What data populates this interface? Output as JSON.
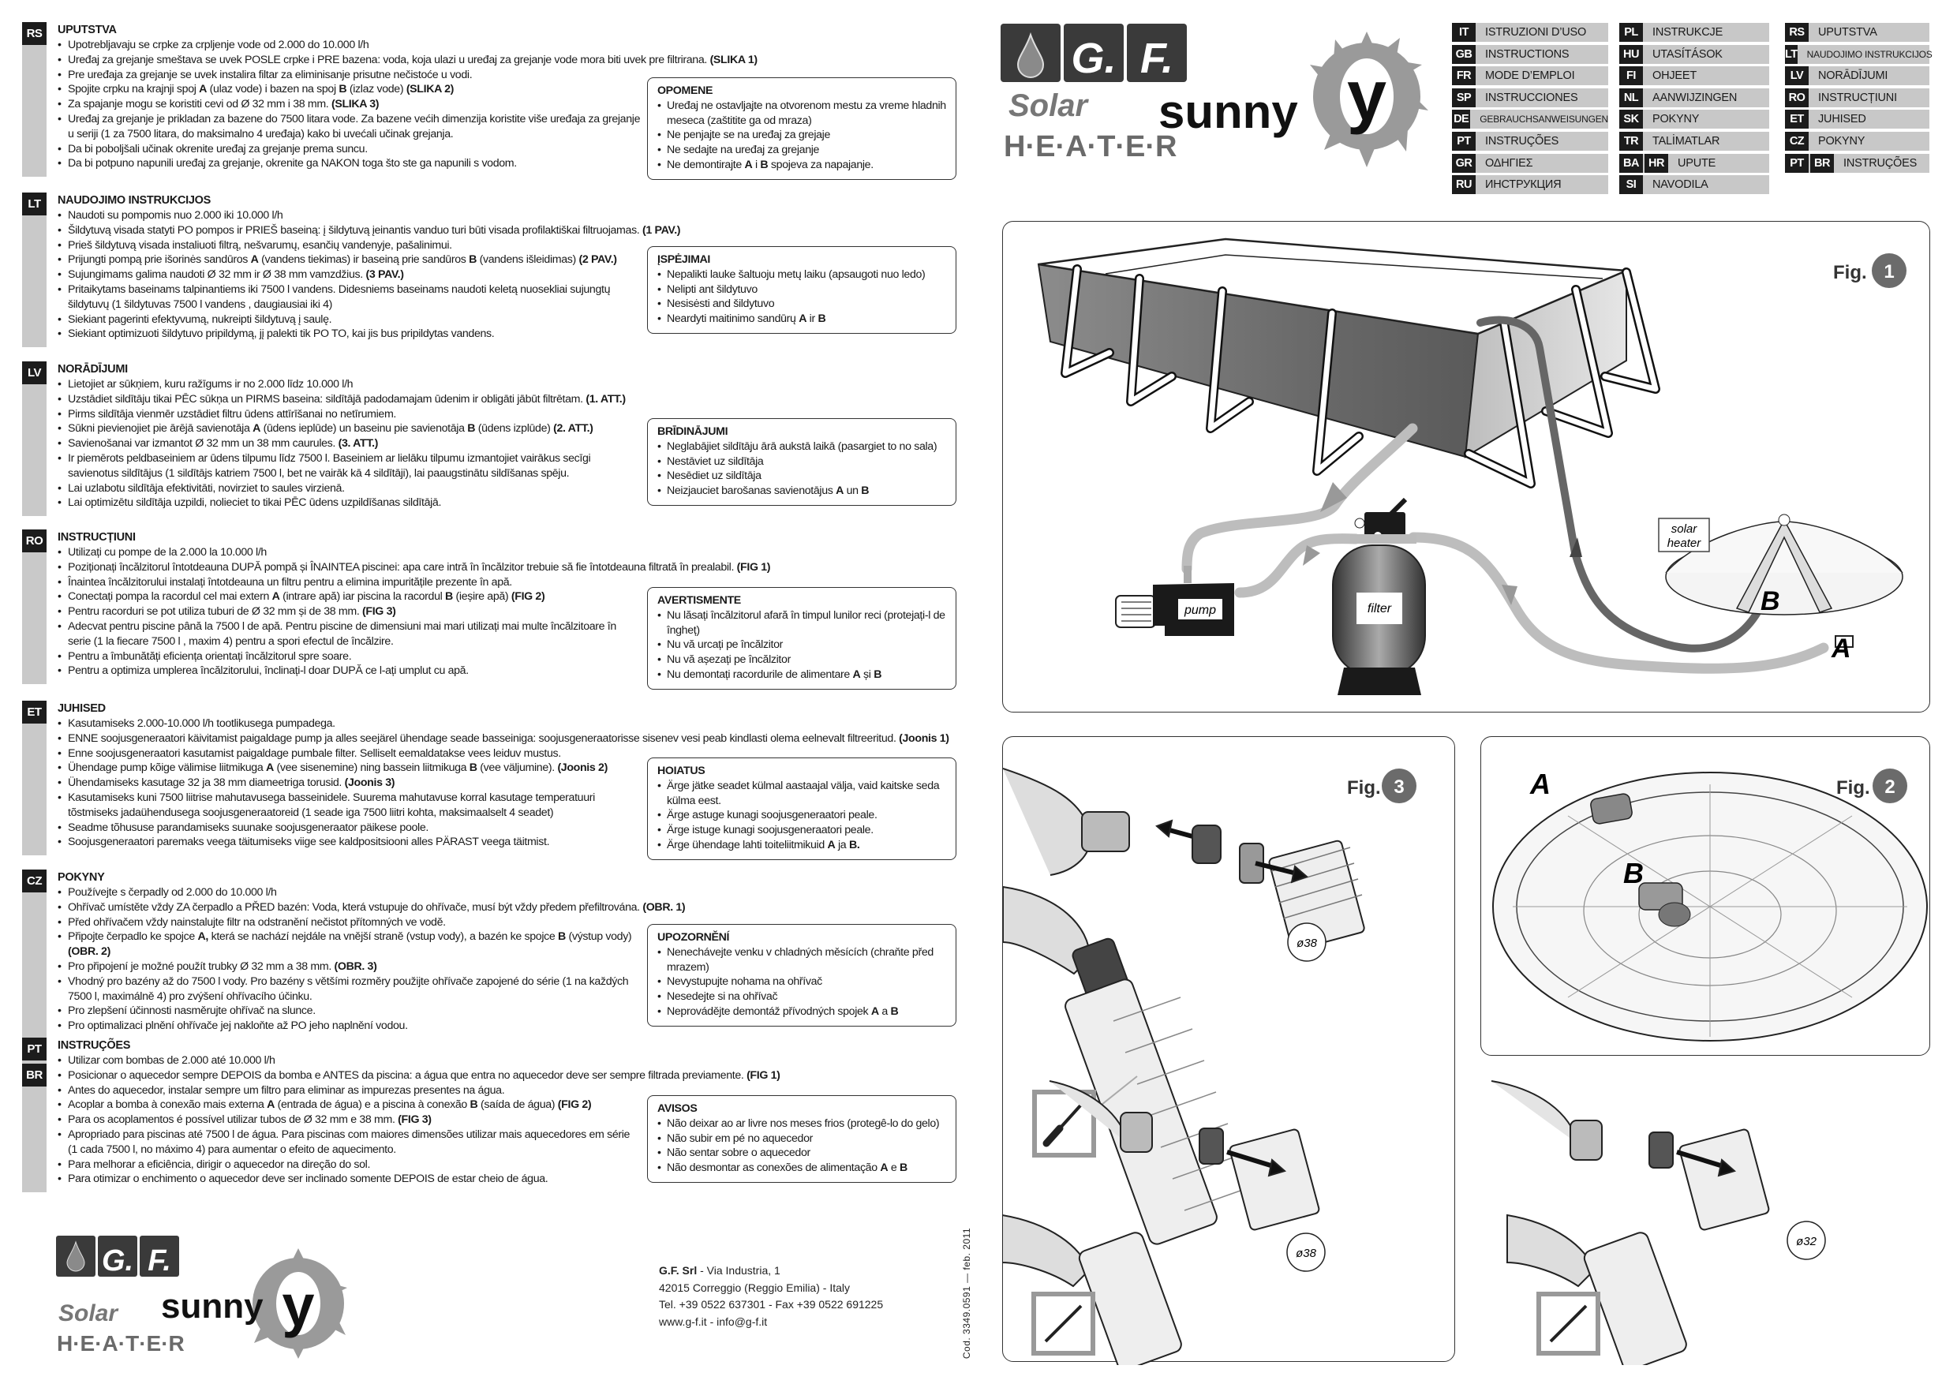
{
  "sections": [
    {
      "codes": [
        "RS"
      ],
      "title": "UPUTSTVA",
      "bullets": [
        [
          "Upotrebljavaju se crpke za crpljenje vode od 2.000 do 10.000 l/h"
        ],
        [
          "Uređaj za grejanje smeštava se uvek POSLE crpke i PRE bazena: voda, koja ulazi u uređaj za grejanje vode mora biti uvek pre filtrirana. ",
          "(SLIKA 1)"
        ],
        [
          "Pre uređaja za grejanje se uvek instalira filtar za eliminisanje prisutne nečistoće u vodi."
        ],
        [
          "Spojite crpku na krajnji spoj ",
          "A",
          " (ulaz vode) i bazen na spoj ",
          "B",
          " (izlaz vode) ",
          "(SLIKA 2)"
        ],
        [
          "Za spajanje mogu se koristiti cevi od Ø 32 mm i 38 mm. ",
          "(SLIKA 3)"
        ],
        [
          "Uređaj za grejanje je prikladan za bazene do 7500 litara vode. Za bazene većih dimenzija koristite više uređaja za grejanje u seriji (1 za 7500 litara, do maksimalno 4 uređaja) kako bi uvećali učinak grejanja."
        ],
        [
          "Da bi poboljšali učinak okrenite uređaj za grejanje prema suncu."
        ],
        [
          "Da bi potpuno napunili uređaj za grejanje, okrenite ga NAKON toga što ste ga  napunili s vodom."
        ]
      ],
      "warning": {
        "title": "OPOMENE",
        "items": [
          [
            "Uređaj ne ostavljajte na otvorenom mestu za vreme hladnih meseca (zaštitite ga od mraza)"
          ],
          [
            "Ne penjajte se na uređaj za grejaje"
          ],
          [
            "Ne sedajte na uređaj za grejanje"
          ],
          [
            "Ne demontirajte ",
            "A",
            " i ",
            "B",
            " spojeva za napajanje."
          ]
        ]
      }
    },
    {
      "codes": [
        "LT"
      ],
      "title": "NAUDOJIMO INSTRUKCIJOS",
      "bullets": [
        [
          "Naudoti su pompomis nuo 2.000 iki 10.000 l/h"
        ],
        [
          "Šildytuvą visada statyti PO pompos ir PRIEŠ baseiną: į šildytuvą įeinantis vanduo turi būti visada profilaktiškai filtruojamas. ",
          "(1 PAV.)"
        ],
        [
          "Prieš šildytuvą visada instaliuoti filtrą, nešvarumų, esančių vandenyje, pašalinimui."
        ],
        [
          "Prijungti pompą prie išorinės sandūros ",
          "A",
          " (vandens tiekimas) ir baseiną prie sandūros ",
          "B",
          " (vandens išleidimas) ",
          "(2 PAV.)"
        ],
        [
          "Sujungimams galima naudoti Ø 32 mm ir Ø 38 mm vamzdžius. ",
          "(3 PAV.)"
        ],
        [
          "Pritaikytams baseinams talpinantiems iki 7500 l vandens. Didesniems baseinams naudoti keletą nuosekliai sujungtų šildytuvų (1 šildytuvas 7500 l vandens , daugiausiai iki 4)"
        ],
        [
          "Siekiant pagerinti efektyvumą, nukreipti šildytuvą į saulę."
        ],
        [
          "Siekiant optimizuoti šildytuvo pripildymą, jį palekti tik PO TO, kai jis bus pripildytas vandens."
        ]
      ],
      "warning": {
        "title": "ĮSPĖJIMAI",
        "items": [
          [
            "Nepalikti lauke šaltuoju metų laiku (apsaugoti nuo ledo)"
          ],
          [
            "Nelipti ant šildytuvo"
          ],
          [
            "Nesisėsti and šildytuvo"
          ],
          [
            "Neardyti maitinimo sandūrų ",
            "A",
            " ir ",
            "B"
          ]
        ]
      }
    },
    {
      "codes": [
        "LV"
      ],
      "title": "NORĀDĪJUMI",
      "bullets": [
        [
          "Lietojiet ar sūkņiem, kuru ražīgums ir no 2.000 līdz 10.000 l/h"
        ],
        [
          "Uzstādiet sildītāju tikai PĒC sūkņa un PIRMS baseina: sildītājā padodamajam ūdenim ir obligāti jābūt filtrētam. ",
          "(1. ATT.)"
        ],
        [
          "Pirms sildītāja vienmēr uzstādiet filtru ūdens attīrīšanai no netīrumiem."
        ],
        [
          "Sūkni pievienojiet pie ārējā savienotāja ",
          "A",
          " (ūdens ieplūde) un baseinu pie savienotāja ",
          "B",
          " (ūdens izplūde) ",
          "(2. ATT.)"
        ],
        [
          "Savienošanai var izmantot Ø 32 mm un 38 mm caurules. ",
          "(3. ATT.)"
        ],
        [
          "Ir piemērots peldbaseiniem ar ūdens tilpumu līdz 7500 l. Baseiniem ar lielāku tilpumu izmantojiet vairākus secīgi savienotus sildītājus (1 sildītājs katriem 7500 l, bet ne vairāk kā 4 sildītāji), lai paaugstinātu sildīšanas spēju."
        ],
        [
          "Lai uzlabotu sildītāja efektivitāti, novirziet to saules virzienā."
        ],
        [
          "Lai optimizētu sildītāja uzpildi, nolieciet to tikai PĒC ūdens uzpildīšanas sildītājā."
        ]
      ],
      "warning": {
        "title": "BRĪDINĀJUMI",
        "items": [
          [
            "Neglabājiet sildītāju ārā aukstā laikā (pasargiet to no sala)"
          ],
          [
            "Nestāviet uz sildītāja"
          ],
          [
            "Nesēdiet uz sildītāja"
          ],
          [
            "Neizjauciet barošanas savienotājus ",
            "A",
            " un ",
            "B"
          ]
        ]
      }
    },
    {
      "codes": [
        "RO"
      ],
      "title": "INSTRUCȚIUNI",
      "bullets": [
        [
          "Utilizați cu pompe de la 2.000 la 10.000 l/h"
        ],
        [
          "Poziționați încălzitorul întotdeauna DUPĂ pompă și ÎNAINTEA piscinei: apa care intră în încălzitor trebuie să fie întotdeauna filtrată în prealabil. ",
          "(FIG 1)"
        ],
        [
          "Înaintea încălzitorului instalați întotdeauna un filtru pentru a elimina impuritățile prezente în apă."
        ],
        [
          "Conectați pompa la racordul cel mai extern ",
          "A",
          " (intrare apă) iar piscina la racordul ",
          "B",
          " (ieșire apă) ",
          "(FIG 2)"
        ],
        [
          "Pentru racorduri se pot utiliza tuburi de Ø 32 mm și de 38 mm. ",
          "(FIG 3)"
        ],
        [
          "Adecvat pentru piscine până la 7500 l de apă. Pentru piscine de dimensiuni mai mari utilizați mai multe încălzitoare în serie (1 la fiecare 7500 l , maxim 4) pentru a spori efectul de încălzire."
        ],
        [
          "Pentru a îmbunătăți eficiența orientați încălzitorul spre soare."
        ],
        [
          "Pentru a optimiza umplerea încălzitorului, înclinați-l doar DUPĂ ce l-ați umplut cu apă."
        ]
      ],
      "warning": {
        "title": "AVERTISMENTE",
        "items": [
          [
            "Nu lăsați încălzitorul afară în timpul lunilor reci (protejați-l de îngheț)"
          ],
          [
            "Nu vă urcați pe încălzitor"
          ],
          [
            "Nu vă așezați pe încălzitor"
          ],
          [
            "Nu demontați racordurile de alimentare ",
            "A",
            " și ",
            "B"
          ]
        ]
      }
    },
    {
      "codes": [
        "ET"
      ],
      "title": "JUHISED",
      "bullets": [
        [
          "Kasutamiseks 2.000-10.000 l/h tootlikusega pumpadega."
        ],
        [
          "ENNE soojusgeneraatori käivitamist paigaldage pump ja alles seejärel ühendage seade basseiniga: soojusgeneraatorisse sisenev vesi peab kindlasti olema eelnevalt filtreeritud. ",
          "(Joonis 1)"
        ],
        [
          "Enne soojusgeneraatori kasutamist paigaldage pumbale filter. Selliselt eemaldatakse vees leiduv mustus."
        ],
        [
          "Ühendage pump kõige välimise liitmikuga ",
          "A",
          " (vee sisenemine) ning bassein liitmikuga ",
          "B",
          " (vee väljumine). ",
          "(Joonis 2)"
        ],
        [
          "Ühendamiseks kasutage 32 ja 38 mm diameetriga torusid. ",
          "(Joonis 3)"
        ],
        [
          "Kasutamiseks kuni 7500 liitrise mahutavusega basseinidele. Suurema mahutavuse korral kasutage temperatuuri tõstmiseks jadaühendusega soojusgeneraatoreid (1 seade iga 7500 liitri kohta, maksimaalselt 4 seadet)"
        ],
        [
          "Seadme tõhususe parandamiseks suunake soojusgeneraator päikese poole."
        ],
        [
          "Soojusgeneraatori paremaks veega täitumiseks viige see kaldpositsiooni alles PÄRAST veega täitmist."
        ]
      ],
      "warning": {
        "title": "HOIATUS",
        "items": [
          [
            "Ärge jätke seadet külmal aastaajal välja, vaid kaitske seda külma eest."
          ],
          [
            "Ärge astuge kunagi soojusgeneraatori peale."
          ],
          [
            "Ärge istuge kunagi soojusgeneraatori peale."
          ],
          [
            "Ärge ühendage lahti toiteliitmikuid ",
            "A",
            " ja ",
            "B."
          ]
        ]
      }
    },
    {
      "codes": [
        "CZ"
      ],
      "title": "POKYNY",
      "bullets": [
        [
          "Používejte s čerpadly od 2.000 do 10.000 l/h"
        ],
        [
          "Ohřívač umístěte vždy ZA čerpadlo a PŘED bazén: Voda, která vstupuje do ohřívače, musí být vždy předem přefiltrována. ",
          "(OBR. 1)"
        ],
        [
          "Před ohřívačem vždy nainstalujte filtr na odstranění nečistot přítomných ve vodě."
        ],
        [
          "Připojte čerpadlo ke spojce ",
          "A,",
          " která se nachází nejdále na vnější straně (vstup vody), a bazén ke spojce ",
          "B",
          " (výstup vody) ",
          "(OBR. 2)"
        ],
        [
          "Pro připojení je možné použít trubky Ø 32 mm a 38 mm. ",
          "(OBR. 3)"
        ],
        [
          "Vhodný pro bazény až do 7500 l vody. Pro bazény s většími rozměry použijte ohřívače zapojené do série (1 na každých 7500 l, maximálně 4) pro zvýšení ohřívacího účinku."
        ],
        [
          "Pro zlepšení účinnosti nasměrujte ohřívač na slunce."
        ],
        [
          "Pro optimalizaci plnění ohřívače jej nakloňte až PO jeho naplnění vodou."
        ]
      ],
      "warning": {
        "title": "UPOZORNĚNÍ",
        "items": [
          [
            "Nenechávejte venku v chladných měsících (chraňte před mrazem)"
          ],
          [
            "Nevystupujte nohama na ohřívač"
          ],
          [
            "Nesedejte si na ohřívač"
          ],
          [
            "Neprovádějte demontáž přívodných spojek ",
            "A",
            " a ",
            "B"
          ]
        ]
      }
    },
    {
      "codes": [
        "PT",
        "BR"
      ],
      "title": "INSTRUÇÕES",
      "bullets": [
        [
          "Utilizar com bombas de 2.000 até 10.000 l/h"
        ],
        [
          "Posicionar o aquecedor sempre DEPOIS da bomba e ANTES da piscina: a água que entra no aquecedor deve ser sempre filtrada previamente. ",
          "(FIG 1)"
        ],
        [
          "Antes do aquecedor, instalar sempre um filtro para eliminar as impurezas presentes na água."
        ],
        [
          "Acoplar a bomba à conexão mais externa ",
          "A",
          " (entrada de água) e a piscina à conexão ",
          "B",
          " (saída de água) ",
          "(FIG 2)"
        ],
        [
          "Para os acoplamentos é possível utilizar tubos de Ø 32 mm e 38 mm. ",
          "(FIG 3)"
        ],
        [
          "Apropriado para piscinas até 7500 l de água. Para piscinas com maiores dimensões utilizar mais aquecedores em série (1 cada 7500 l, no máximo 4) para aumentar o efeito de aquecimento."
        ],
        [
          "Para melhorar a eficiência, dirigir o aquecedor na direção do sol."
        ],
        [
          "Para otimizar o enchimento o aquecedor deve ser inclinado somente DEPOIS de estar cheio de água."
        ]
      ],
      "warning": {
        "title": "AVISOS",
        "items": [
          [
            "Não deixar ao ar livre nos meses frios (protegê-lo do gelo)"
          ],
          [
            "Não subir em pé no aquecedor"
          ],
          [
            "Não sentar sobre o aquecedor"
          ],
          [
            "Não desmontar as conexões de alimentação ",
            "A",
            " e ",
            "B"
          ]
        ]
      }
    }
  ],
  "languages": [
    [
      {
        "codes": [
          "IT"
        ],
        "label": "ISTRUZIONI D’USO"
      },
      {
        "codes": [
          "GB"
        ],
        "label": "INSTRUCTIONS"
      },
      {
        "codes": [
          "FR"
        ],
        "label": "MODE D’EMPLOI"
      },
      {
        "codes": [
          "SP"
        ],
        "label": "INSTRUCCIONES"
      },
      {
        "codes": [
          "DE"
        ],
        "label": "GEBRAUCHSANWEISUNGEN"
      },
      {
        "codes": [
          "PT"
        ],
        "label": "INSTRUÇÕES"
      },
      {
        "codes": [
          "GR"
        ],
        "label": "ΟΔΗΓΙΕΣ"
      },
      {
        "codes": [
          "RU"
        ],
        "label": "ИНСТРУКЦИЯ"
      }
    ],
    [
      {
        "codes": [
          "PL"
        ],
        "label": "INSTRUKCJE"
      },
      {
        "codes": [
          "HU"
        ],
        "label": "UTASÍTÁSOK"
      },
      {
        "codes": [
          "FI"
        ],
        "label": "OHJEET"
      },
      {
        "codes": [
          "NL"
        ],
        "label": "AANWIJZINGEN"
      },
      {
        "codes": [
          "SK"
        ],
        "label": "POKYNY"
      },
      {
        "codes": [
          "TR"
        ],
        "label": "TALİMATLAR"
      },
      {
        "codes": [
          "BA",
          "HR"
        ],
        "label": "UPUTE"
      },
      {
        "codes": [
          "SI"
        ],
        "label": "NAVODILA"
      }
    ],
    [
      {
        "codes": [
          "RS"
        ],
        "label": "UPUTSTVA"
      },
      {
        "codes": [
          "LT"
        ],
        "label": "NAUDOJIMO INSTRUKCIJOS"
      },
      {
        "codes": [
          "LV"
        ],
        "label": "NORĀDĪJUMI"
      },
      {
        "codes": [
          "RO"
        ],
        "label": "INSTRUCȚIUNI"
      },
      {
        "codes": [
          "ET"
        ],
        "label": "JUHISED"
      },
      {
        "codes": [
          "CZ"
        ],
        "label": "POKYNY"
      },
      {
        "codes": [
          "PT",
          "BR"
        ],
        "label": "INSTRUÇÕES"
      }
    ]
  ],
  "logo": {
    "brand": "G.F.",
    "line1": "Solar",
    "line2": "H·E·A·T·E·R",
    "product": "sunny"
  },
  "figures": {
    "fig_label": "Fig.",
    "fig1": {
      "number": "1",
      "pump": "pump",
      "filter": "filter",
      "solar": "solar",
      "heater": "heater",
      "a": "A",
      "b": "B"
    },
    "fig2": {
      "number": "2",
      "a": "A",
      "b": "B"
    },
    "fig3": {
      "number": "3",
      "d38": "ø38"
    },
    "bottom": {
      "d38": "ø38",
      "d32": "ø32"
    }
  },
  "address": {
    "company": "G.F. Srl",
    "street": " - Via Industria, 1",
    "city": "42015 Correggio (Reggio Emilia) - Italy",
    "phone": "Tel. +39 0522 637301 - Fax +39 0522 691225",
    "web": "www.g-f.it - info@g-f.it"
  },
  "code": "Cod. 3349.0591 — feb. 2011",
  "colors": {
    "dark": "#1c1c1c",
    "tag_gray": "#c9c9c9",
    "figure_gray": "#6b6b6b"
  }
}
